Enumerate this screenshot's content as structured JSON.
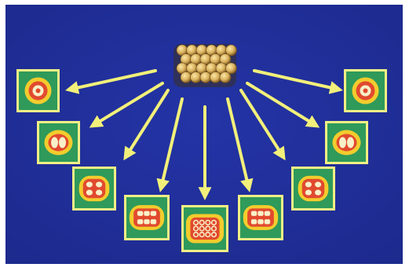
{
  "colors": {
    "background": "#1d2a8e",
    "arrow": "#f2f07a",
    "tile_frame": "#f1ee86",
    "tile_fill": "#2f9a5a",
    "stage_glow": "#f3cc2d",
    "stage_core": "#e14a2e",
    "stage_center": "#f8f0c8",
    "cluster_cell": "#d9b15d",
    "cluster_shadow": "#7f5a22"
  },
  "source": {
    "icon": "cell-cluster-icon"
  },
  "stages": [
    {
      "id": "left-1",
      "icon": "single-cell-icon"
    },
    {
      "id": "left-2",
      "icon": "two-cell-icon"
    },
    {
      "id": "left-3",
      "icon": "four-cell-icon"
    },
    {
      "id": "left-4",
      "icon": "eight-cell-icon"
    },
    {
      "id": "center",
      "icon": "sixteen-cell-icon"
    },
    {
      "id": "right-4",
      "icon": "eight-cell-icon"
    },
    {
      "id": "right-3",
      "icon": "four-cell-icon"
    },
    {
      "id": "right-2",
      "icon": "two-cell-icon"
    },
    {
      "id": "right-1",
      "icon": "single-cell-icon"
    }
  ]
}
